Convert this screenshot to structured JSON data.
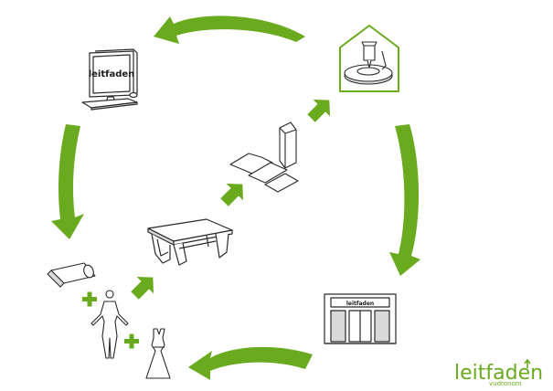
{
  "colors": {
    "accent": "#6aaa1e",
    "line": "#2a2a2a",
    "fill": "#ffffff",
    "shade": "#d9d9d9"
  },
  "monitor": {
    "screen_text": "leitfaden"
  },
  "shop": {
    "sign_text": "leitfaden"
  },
  "brand": {
    "logo_text": "leitfaden",
    "sub_text": "vudronom"
  }
}
